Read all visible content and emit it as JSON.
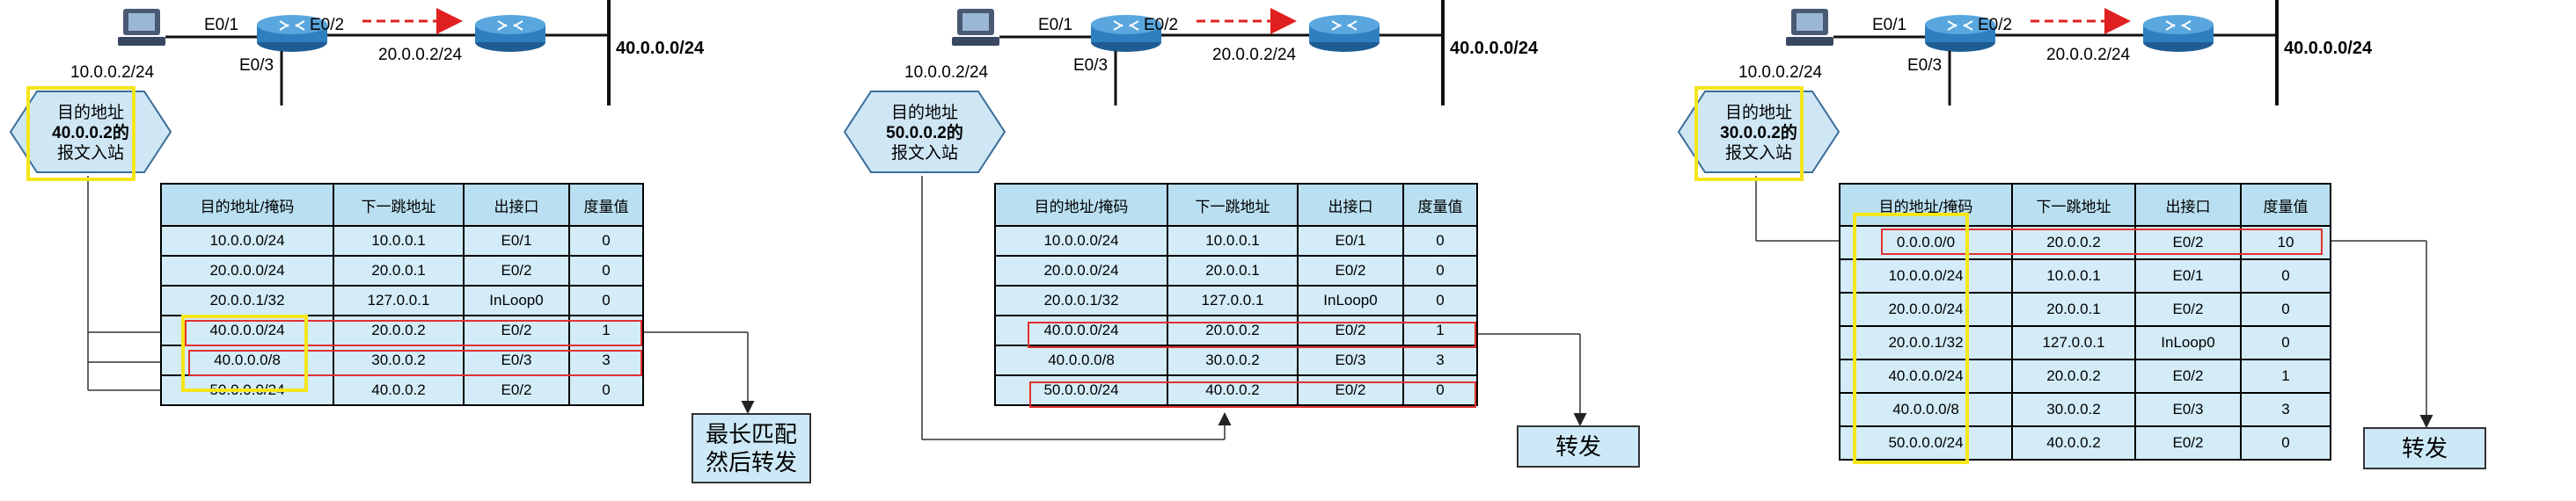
{
  "topology": {
    "if_e01": "E0/1",
    "if_e02": "E0/2",
    "if_e03": "E0/3",
    "host_ip": "10.0.0.2/24",
    "link_ip": "20.0.0.2/24",
    "remote_net": "40.0.0.0/24"
  },
  "table_headers": [
    "目的地址/掩码",
    "下一跳地址",
    "出接口",
    "度量值"
  ],
  "panels": [
    {
      "packet": {
        "line1": "目的地址",
        "line2": "40.0.0.2的",
        "line3": "报文入站"
      },
      "rows": [
        [
          "10.0.0.0/24",
          "10.0.0.1",
          "E0/1",
          "0"
        ],
        [
          "20.0.0.0/24",
          "20.0.0.1",
          "E0/2",
          "0"
        ],
        [
          "20.0.0.1/32",
          "127.0.0.1",
          "InLoop0",
          "0"
        ],
        [
          "40.0.0.0/24",
          "20.0.0.2",
          "E0/2",
          "1"
        ],
        [
          "40.0.0.0/8",
          "30.0.0.2",
          "E0/3",
          "3"
        ],
        [
          "50.0.0.0/24",
          "40.0.0.2",
          "E0/2",
          "0"
        ]
      ],
      "action": {
        "line1": "最长匹配",
        "line2": "然后转发"
      }
    },
    {
      "packet": {
        "line1": "目的地址",
        "line2": "50.0.0.2的",
        "line3": "报文入站"
      },
      "rows": [
        [
          "10.0.0.0/24",
          "10.0.0.1",
          "E0/1",
          "0"
        ],
        [
          "20.0.0.0/24",
          "20.0.0.1",
          "E0/2",
          "0"
        ],
        [
          "20.0.0.1/32",
          "127.0.0.1",
          "InLoop0",
          "0"
        ],
        [
          "40.0.0.0/24",
          "20.0.0.2",
          "E0/2",
          "1"
        ],
        [
          "40.0.0.0/8",
          "30.0.0.2",
          "E0/3",
          "3"
        ],
        [
          "50.0.0.0/24",
          "40.0.0.2",
          "E0/2",
          "0"
        ]
      ],
      "action": {
        "line1": "转发",
        "line2": ""
      }
    },
    {
      "packet": {
        "line1": "目的地址",
        "line2": "30.0.0.2的",
        "line3": "报文入站"
      },
      "rows": [
        [
          "0.0.0.0/0",
          "20.0.0.2",
          "E0/2",
          "10"
        ],
        [
          "10.0.0.0/24",
          "10.0.0.1",
          "E0/1",
          "0"
        ],
        [
          "20.0.0.0/24",
          "20.0.0.1",
          "E0/2",
          "0"
        ],
        [
          "20.0.0.1/32",
          "127.0.0.1",
          "InLoop0",
          "0"
        ],
        [
          "40.0.0.0/24",
          "20.0.0.2",
          "E0/2",
          "1"
        ],
        [
          "40.0.0.0/8",
          "30.0.0.2",
          "E0/3",
          "3"
        ],
        [
          "50.0.0.0/24",
          "40.0.0.2",
          "E0/2",
          "0"
        ]
      ],
      "action": {
        "line1": "转发",
        "line2": ""
      }
    }
  ],
  "colors": {
    "highlight_yellow": "#f5e61b",
    "highlight_red": "#e23030",
    "table_header": "#b9dff0",
    "table_cell": "#d3ecf8",
    "router_blue": "#2d7fc0"
  }
}
